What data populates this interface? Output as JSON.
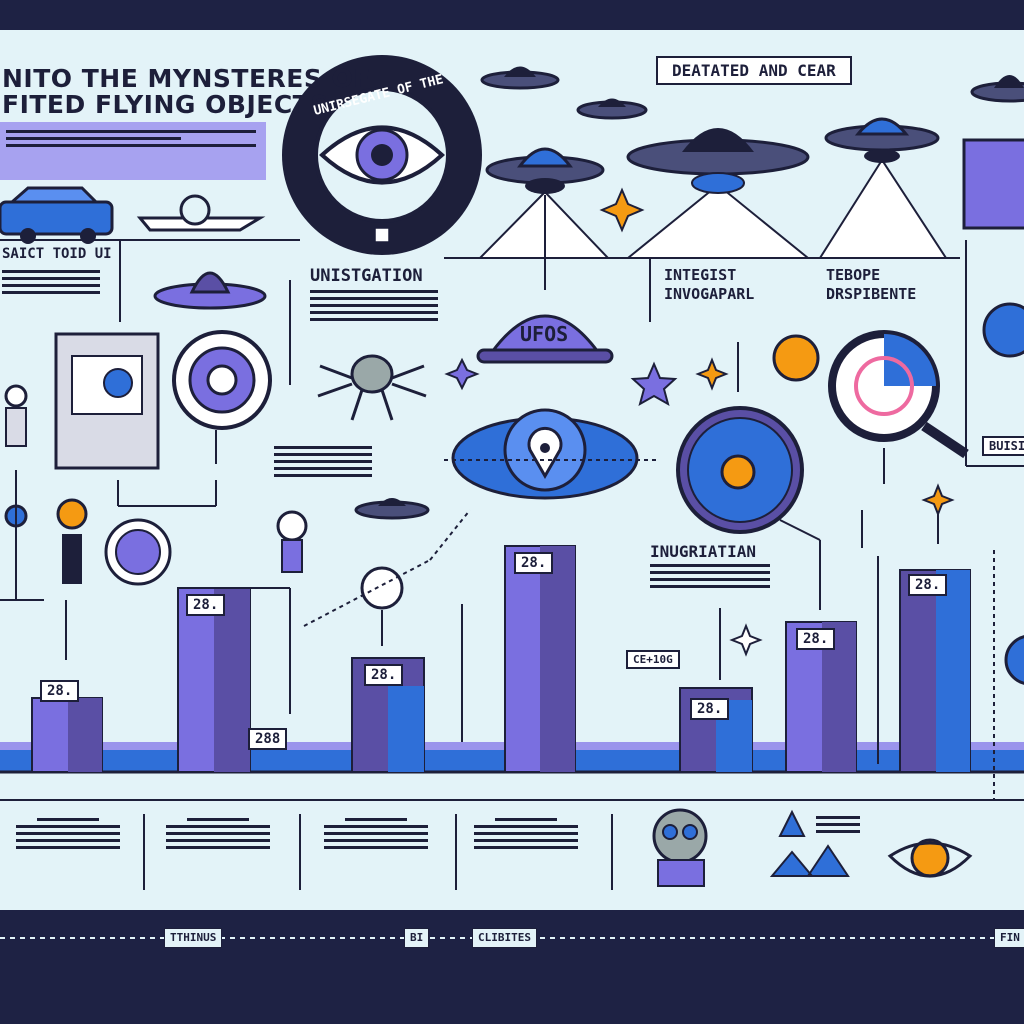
{
  "title": {
    "line1": "NITO THE MYNSTERES OF",
    "line2": "FITED FLYING OBJECTS"
  },
  "badge": {
    "arc_text": "UNIRSEGATE OF THE"
  },
  "top_label": "DEATATED AND CEAR",
  "car_caption": "SAICT TOID UI",
  "headings": {
    "investigation": "UNISTGATION",
    "infographic": "INTEGIST INVOGAPARL",
    "theory": "TEBOPE DRSPIBENTE",
    "inauguration": "INUGRIATIAN",
    "ufos": "UFOS",
    "side": "BUISI"
  },
  "bar_labels": [
    "28.",
    "28.",
    "288",
    "28.",
    "28.",
    "28.",
    "28.",
    "28."
  ],
  "range_label": "CE+10G",
  "footer": {
    "step1": "TTHINUS",
    "step2": "BI",
    "step3": "CLIBITES",
    "end": "FIN"
  },
  "colors": {
    "ink": "#1d1f3a",
    "purple": "#7a6fe0",
    "violet": "#5a4fa5",
    "blue": "#2f6fd8",
    "orange": "#f59a12",
    "panel": "#e3f3f8"
  },
  "icons": [
    "ufo-icon",
    "eye-icon",
    "car-icon",
    "alien-icon",
    "radar-icon",
    "magnifier-icon",
    "map-pin-icon",
    "sparkle-icon",
    "star-icon",
    "person-icon",
    "document-icon"
  ]
}
